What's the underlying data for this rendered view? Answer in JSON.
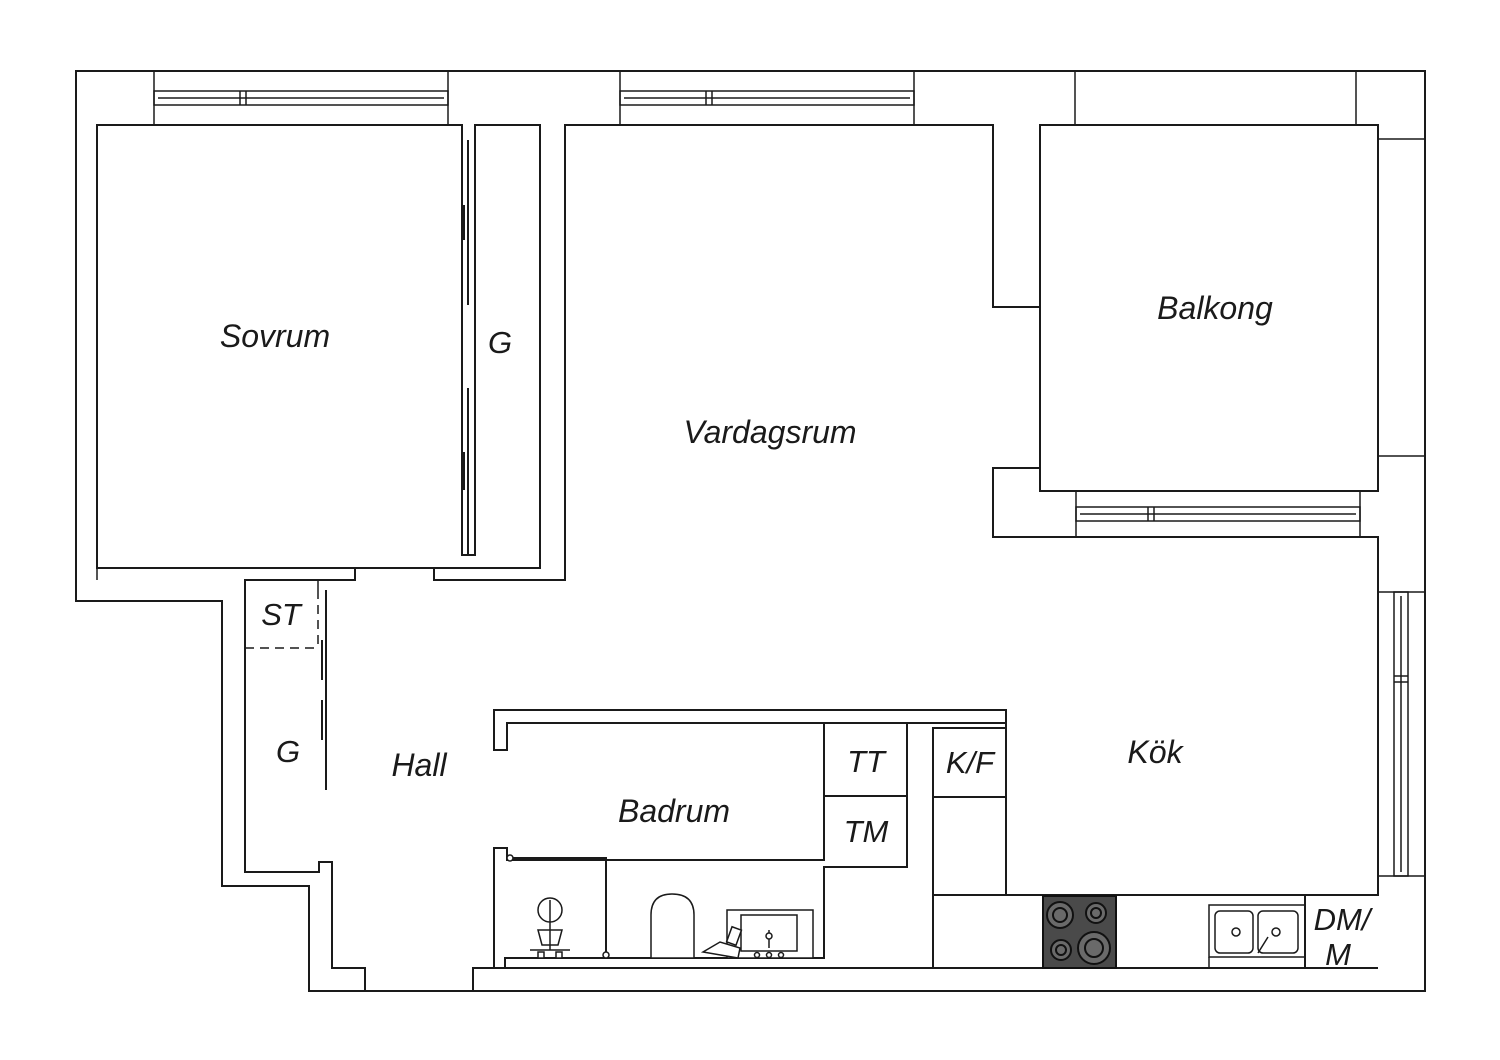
{
  "rooms": {
    "sovrum": "Sovrum",
    "vardagsrum": "Vardagsrum",
    "balkong": "Balkong",
    "hall": "Hall",
    "badrum": "Badrum",
    "kok": "Kök"
  },
  "fixtures": {
    "garderob_bedroom": "G",
    "garderob_hall": "G",
    "stad": "ST",
    "tt": "TT",
    "tm": "TM",
    "kf": "K/F",
    "dm_line1": "DM/",
    "dm_line2": "M"
  },
  "colors": {
    "line": "#1a1a1a",
    "background": "#ffffff",
    "hob": "#4a4a4a"
  }
}
